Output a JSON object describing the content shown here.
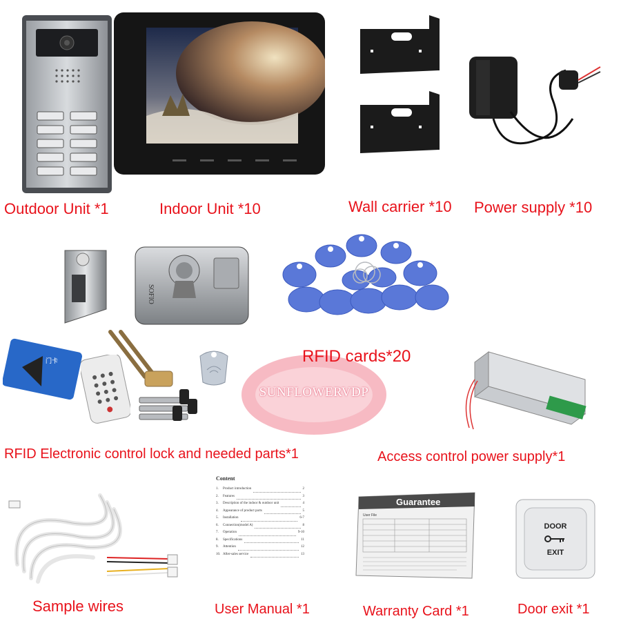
{
  "labels": {
    "outdoor_unit": "Outdoor Unit *1",
    "indoor_unit": "Indoor Unit *10",
    "wall_carrier": "Wall carrier *10",
    "power_supply": "Power supply *10",
    "rfid_cards": "RFID cards*20",
    "rfid_lock": "RFID Electronic control lock and needed parts*1",
    "access_power": "Access control power supply*1",
    "sample_wires": "Sample wires",
    "user_manual": "User Manual *1",
    "warranty_card": "Warranty Card *1",
    "door_exit": "Door exit *1"
  },
  "watermark": "SUNFLOWERVDP",
  "lock_brand": "SOFIO",
  "card_text": "门卡",
  "manual": {
    "title": "Content",
    "items": [
      {
        "num": "1.",
        "text": "Product introduction",
        "page": "2"
      },
      {
        "num": "2.",
        "text": "Features",
        "page": "3"
      },
      {
        "num": "3.",
        "text": "Description of the indoor & outdoor unit",
        "page": "4"
      },
      {
        "num": "4.",
        "text": "Appearance of product parts",
        "page": "5"
      },
      {
        "num": "5.",
        "text": "Installation",
        "page": "6-7"
      },
      {
        "num": "6.",
        "text": "Connection(model A)",
        "page": "8"
      },
      {
        "num": "7.",
        "text": "Operation",
        "page": "9-10"
      },
      {
        "num": "8.",
        "text": "Specifications",
        "page": "11"
      },
      {
        "num": "9.",
        "text": "Attention",
        "page": "12"
      },
      {
        "num": "10.",
        "text": "After-sales service",
        "page": "13"
      }
    ]
  },
  "guarantee": {
    "title": "Guarantee",
    "user_file": "User File"
  },
  "door_exit_button": {
    "top": "DOOR",
    "bottom": "EXIT"
  },
  "colors": {
    "label_red": "#e8121b",
    "rfid_blue": "#5a78d8",
    "watermark_red": "#e83a52"
  }
}
